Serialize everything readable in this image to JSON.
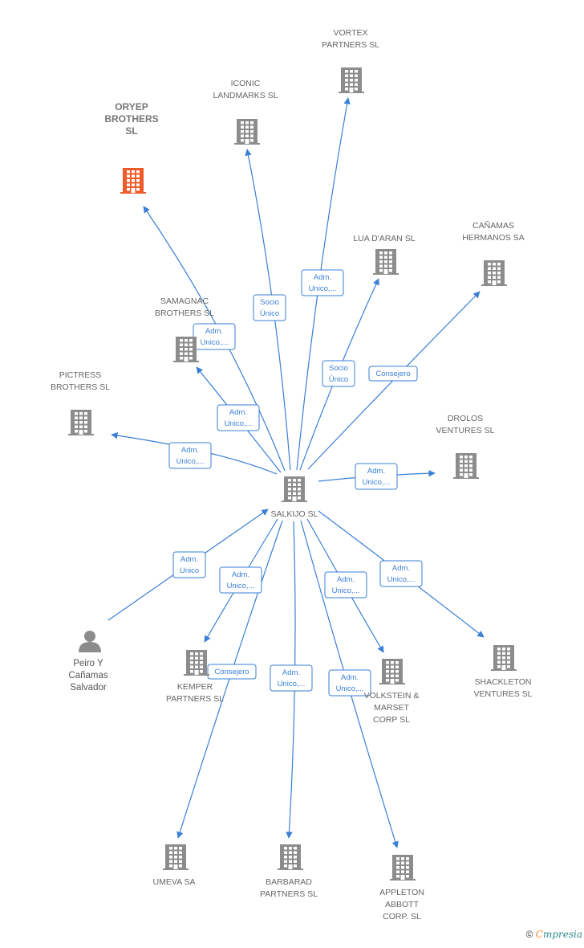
{
  "colors": {
    "edge": "#3a7fd6",
    "company": "#8c8c8c",
    "highlight": "#f05a28",
    "person": "#8c8c8c"
  },
  "nodes": [
    {
      "id": "salkijo",
      "type": "company",
      "lines": [
        "SALKIJO  SL"
      ]
    },
    {
      "id": "oryep",
      "type": "company",
      "highlight": true,
      "lines": [
        "ORYEP",
        "BROTHERS",
        "SL"
      ]
    },
    {
      "id": "iconic",
      "type": "company",
      "lines": [
        "ICONIC",
        "LANDMARKS  SL"
      ]
    },
    {
      "id": "vortex",
      "type": "company",
      "lines": [
        "VORTEX",
        "PARTNERS  SL"
      ]
    },
    {
      "id": "luadaran",
      "type": "company",
      "lines": [
        "LUA D'ARAN  SL"
      ]
    },
    {
      "id": "canamas",
      "type": "company",
      "lines": [
        "CAÑAMAS",
        "HERMANOS SA"
      ]
    },
    {
      "id": "samagnac",
      "type": "company",
      "lines": [
        "SAMAGNAC",
        "BROTHERS  SL"
      ]
    },
    {
      "id": "pictress",
      "type": "company",
      "lines": [
        "PICTRESS",
        "BROTHERS  SL"
      ]
    },
    {
      "id": "drolos",
      "type": "company",
      "lines": [
        "DROLOS",
        "VENTURES  SL"
      ]
    },
    {
      "id": "peiro",
      "type": "person",
      "lines": [
        "Peiro Y",
        "Cañamas",
        "Salvador"
      ]
    },
    {
      "id": "kemper",
      "type": "company",
      "lines": [
        "KEMPER",
        "PARTNERS  SL"
      ]
    },
    {
      "id": "volkstein",
      "type": "company",
      "lines": [
        "VOLKSTEIN &",
        "MARSET",
        "CORP  SL"
      ]
    },
    {
      "id": "shackleton",
      "type": "company",
      "lines": [
        "SHACKLETON",
        "VENTURES  SL"
      ]
    },
    {
      "id": "umeva",
      "type": "company",
      "lines": [
        "UMEVA SA"
      ]
    },
    {
      "id": "barbarad",
      "type": "company",
      "lines": [
        "BARBARAD",
        "PARTNERS  SL"
      ]
    },
    {
      "id": "appleton",
      "type": "company",
      "lines": [
        "APPLETON",
        "ABBOTT",
        "CORP.  SL"
      ]
    }
  ],
  "edges": [
    {
      "from": "salkijo",
      "to": "oryep",
      "label": [
        "Adm.",
        "Unico,..."
      ]
    },
    {
      "from": "salkijo",
      "to": "iconic",
      "label": [
        "Socio",
        "Único"
      ]
    },
    {
      "from": "salkijo",
      "to": "vortex",
      "label": [
        "Adm.",
        "Unico,..."
      ]
    },
    {
      "from": "salkijo",
      "to": "luadaran",
      "label": [
        "Socio",
        "Único"
      ]
    },
    {
      "from": "salkijo",
      "to": "canamas",
      "label": [
        "Consejero"
      ]
    },
    {
      "from": "salkijo",
      "to": "samagnac",
      "label": [
        "Adm.",
        "Unico,..."
      ]
    },
    {
      "from": "salkijo",
      "to": "pictress",
      "label": [
        "Adm.",
        "Unico,..."
      ]
    },
    {
      "from": "salkijo",
      "to": "drolos",
      "label": [
        "Adm.",
        "Unico,..."
      ]
    },
    {
      "from": "peiro",
      "to": "salkijo",
      "label": [
        "Adm.",
        "Unico"
      ]
    },
    {
      "from": "salkijo",
      "to": "kemper",
      "label": [
        "Adm.",
        "Unico,..."
      ]
    },
    {
      "from": "salkijo",
      "to": "volkstein",
      "label": [
        "Adm.",
        "Unico,..."
      ]
    },
    {
      "from": "salkijo",
      "to": "shackleton",
      "label": [
        "Adm.",
        "Unico,..."
      ]
    },
    {
      "from": "salkijo",
      "to": "umeva",
      "label": [
        "Consejero"
      ]
    },
    {
      "from": "salkijo",
      "to": "barbarad",
      "label": [
        "Adm.",
        "Unico,..."
      ]
    },
    {
      "from": "salkijo",
      "to": "appleton",
      "label": [
        "Adm.",
        "Unico,..."
      ]
    }
  ],
  "footer": {
    "copyright": "©",
    "brand_first": "C",
    "brand_rest": "mpresia"
  }
}
